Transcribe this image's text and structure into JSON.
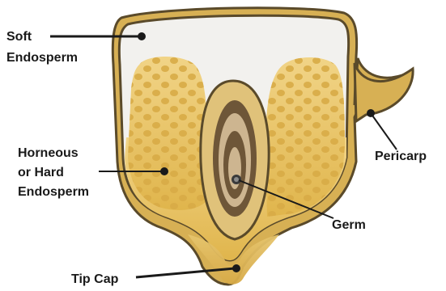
{
  "labels": {
    "soft_endosperm": [
      "Soft",
      "Endosperm"
    ],
    "hard_endosperm": [
      "Horneous",
      "or Hard",
      "Endosperm"
    ],
    "pericarp": "Pericarp",
    "germ": "Germ",
    "tip_cap": "Tip Cap"
  },
  "colors": {
    "outline": "#5a4a2a",
    "pericarp_fill": "#d7b054",
    "soft_endosperm": "#f2f1ee",
    "hard_endosperm": "#ebc96d",
    "hard_endosperm_dots": "#d8ab46",
    "germ_outer": "#e0c27a",
    "germ_ring_dark": "#6e5638",
    "germ_ring_light": "#cdb590",
    "leader_line": "#1a1a1a"
  }
}
